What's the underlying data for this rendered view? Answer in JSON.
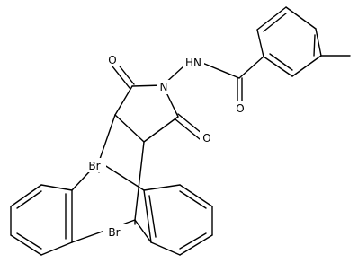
{
  "molecule": {
    "atom_labels": {
      "oxygen_top": "O",
      "oxygen_right": "O",
      "oxygen_amide": "O",
      "nitrogen_imide": "N",
      "amide_nh": "HN",
      "bromine_top": "Br",
      "bromine_bottom": "Br"
    },
    "colors": {
      "bond": "#000000",
      "text": "#000000",
      "background": "#ffffff"
    }
  }
}
